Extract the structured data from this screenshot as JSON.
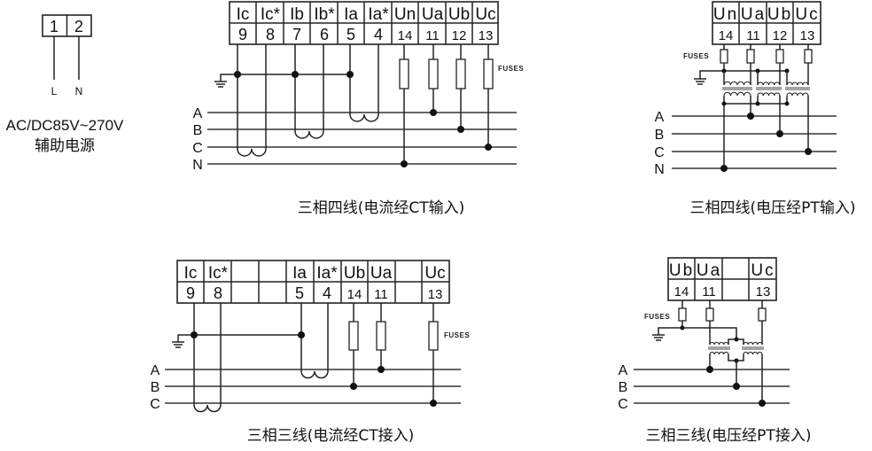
{
  "power_supply": {
    "terminals": [
      "1",
      "2"
    ],
    "leads": [
      "L",
      "N"
    ],
    "rating": "AC/DC85V~270V",
    "caption": "辅助电源"
  },
  "diagram_3p4w_ct": {
    "caption": "三相四线(电流经CT输入)",
    "terminal_labels": [
      "Ic",
      "Ic*",
      "Ib",
      "Ib*",
      "Ia",
      "Ia*",
      "Un",
      "Ua",
      "Ub",
      "Uc"
    ],
    "terminal_numbers": [
      "9",
      "8",
      "7",
      "6",
      "5",
      "4",
      "14",
      "11",
      "12",
      "13"
    ],
    "lines": [
      "A",
      "B",
      "C",
      "N"
    ],
    "fuse_label": "FUSES"
  },
  "diagram_3p4w_pt": {
    "caption": "三相四线(电压经PT输入)",
    "terminal_labels": [
      "Un",
      "Ua",
      "Ub",
      "Uc"
    ],
    "terminal_numbers": [
      "14",
      "11",
      "12",
      "13"
    ],
    "lines": [
      "A",
      "B",
      "C",
      "N"
    ],
    "fuse_label": "FUSES"
  },
  "diagram_3p3w_ct": {
    "caption": "三相三线(电流经CT接入)",
    "terminal_labels": [
      "Ic",
      "Ic*",
      "",
      "",
      "Ia",
      "Ia*",
      "Ub",
      "Ua",
      "",
      "Uc"
    ],
    "terminal_numbers": [
      "9",
      "8",
      "",
      "",
      "5",
      "4",
      "14",
      "11",
      "",
      "13"
    ],
    "lines": [
      "A",
      "B",
      "C"
    ],
    "fuse_label": "FUSES"
  },
  "diagram_3p3w_pt": {
    "caption": "三相三线(电压经PT接入)",
    "terminal_labels": [
      "Ub",
      "Ua",
      "",
      "Uc"
    ],
    "terminal_numbers": [
      "14",
      "11",
      "",
      "13"
    ],
    "lines": [
      "A",
      "B",
      "C"
    ],
    "fuse_label": "FUSES"
  }
}
